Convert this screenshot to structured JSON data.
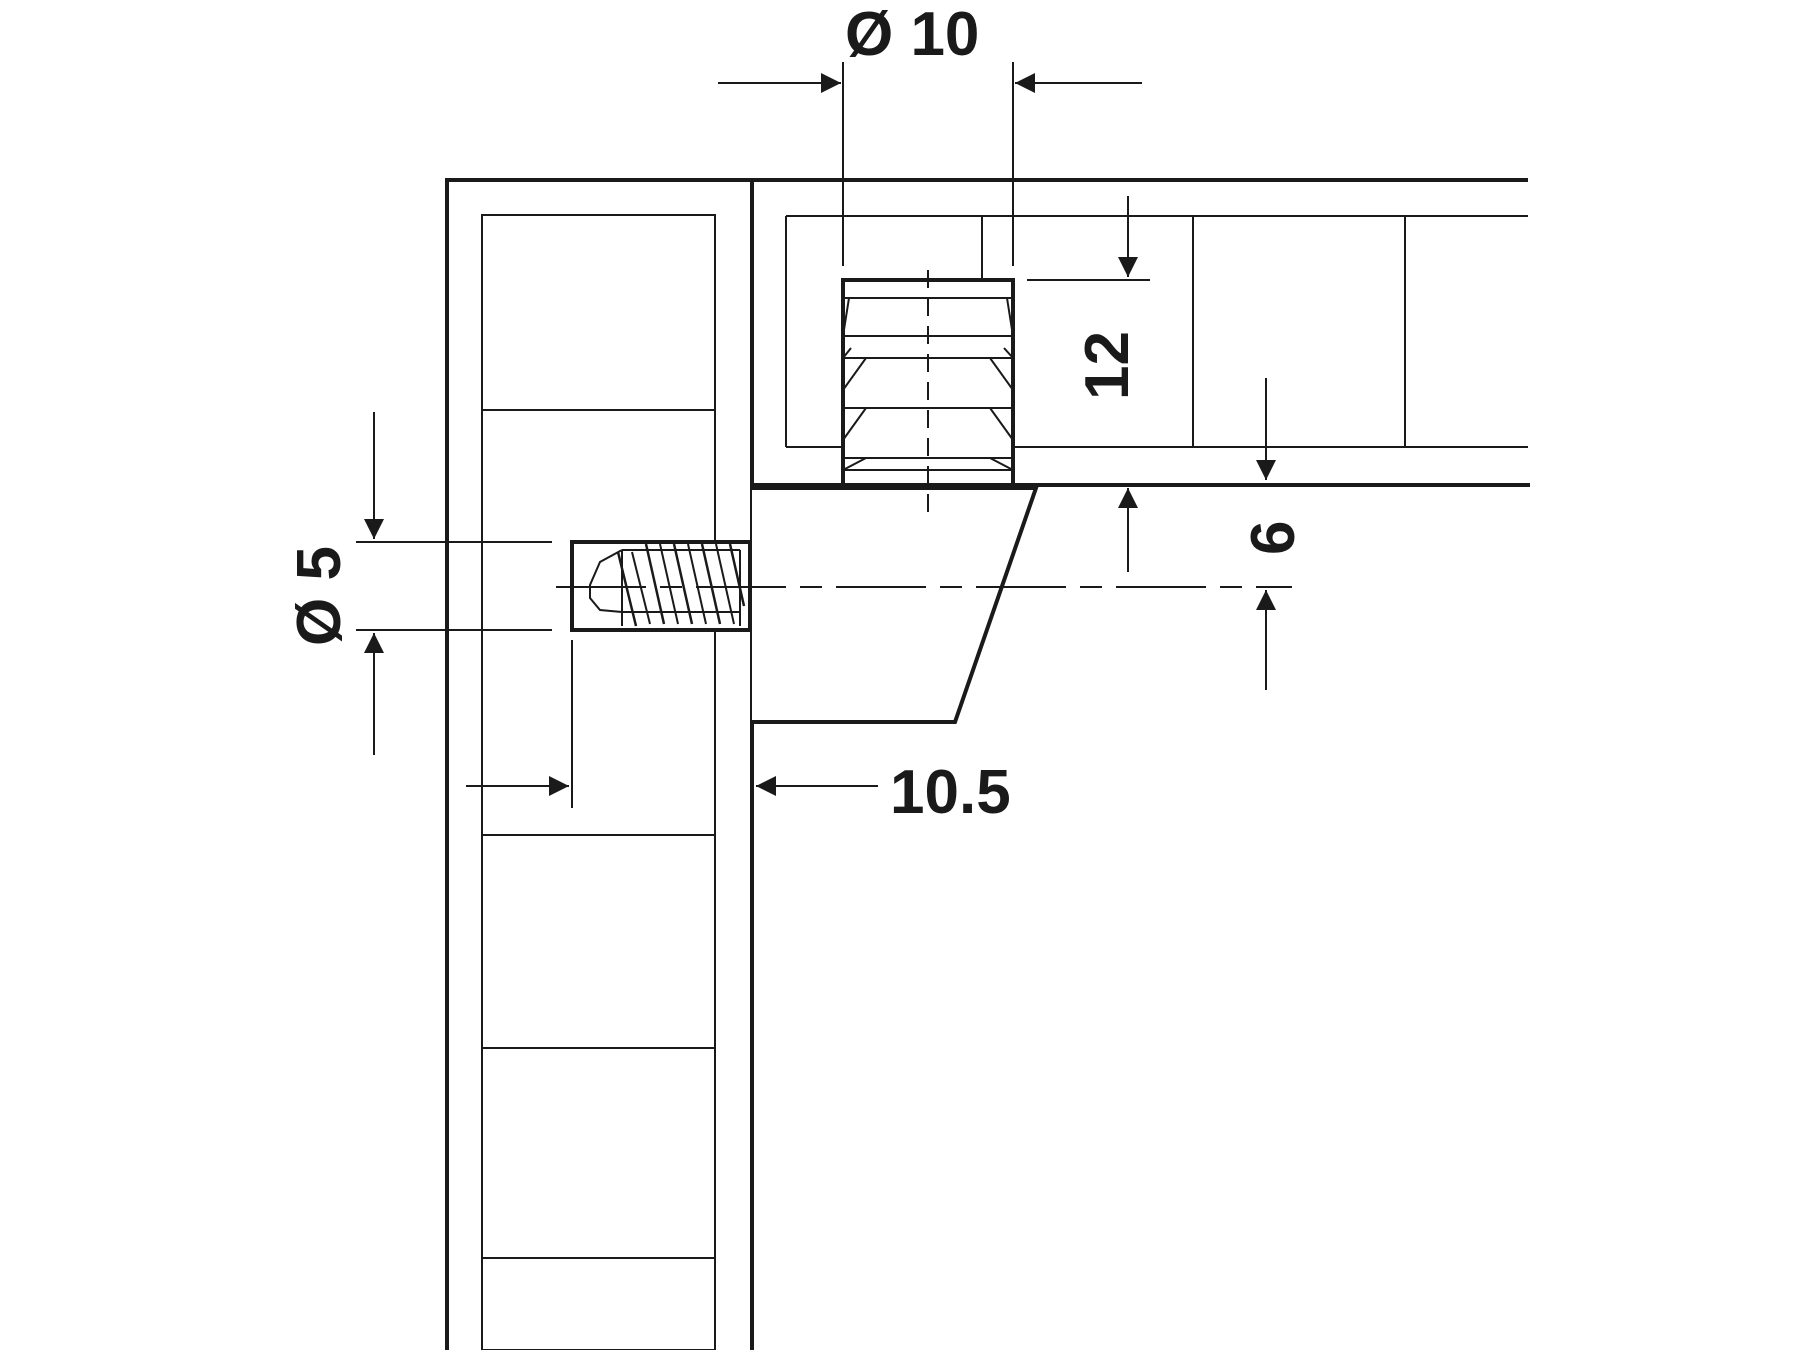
{
  "drawing": {
    "line_color": "#1a1a1a",
    "background_color": "#ffffff",
    "dimensions": {
      "dia_10": "Ø 10",
      "depth_12": "12",
      "offset_6": "6",
      "dia_5": "Ø 5",
      "dist_10_5": "10.5"
    }
  }
}
